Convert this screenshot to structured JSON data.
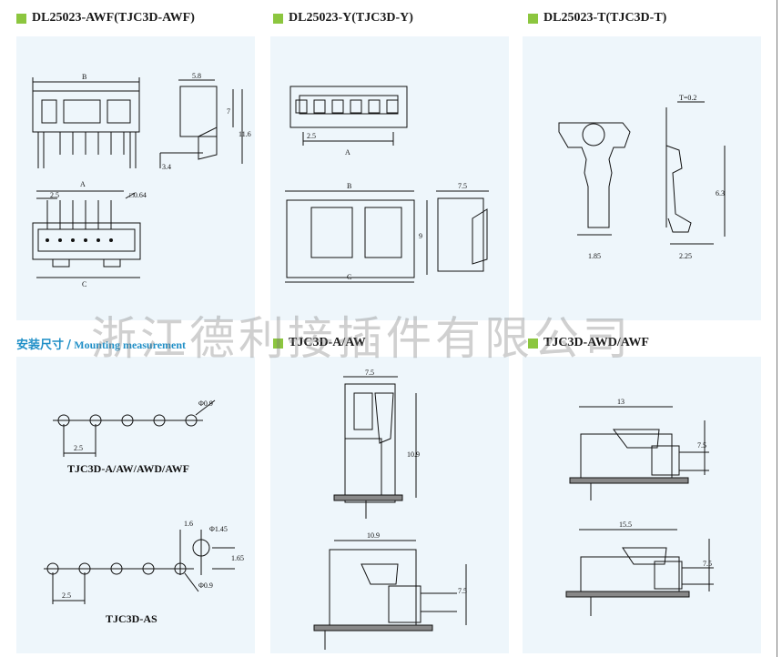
{
  "colors": {
    "accent": "#8cc63f",
    "panel": "#eef6fb",
    "label_blue": "#1f8fc7"
  },
  "sections": {
    "awf": {
      "title": "DL25023-AWF(TJC3D-AWF)"
    },
    "y": {
      "title": "DL25023-Y(TJC3D-Y)"
    },
    "t": {
      "title": "DL25023-T(TJC3D-T)"
    },
    "aw": {
      "title": "TJC3D-A/AW"
    },
    "awd": {
      "title": "TJC3D-AWD/AWF"
    }
  },
  "mounting": {
    "cn": "安装尺寸",
    "separator": "/",
    "en": "Mounting measurement"
  },
  "watermark": "浙江德利接插件有限公司",
  "dims": {
    "awf_b": "B",
    "awf_58": "5.8",
    "awf_7": "7",
    "awf_116": "11.6",
    "awf_34": "3.4",
    "awf_a": "A",
    "awf_25": "2.5",
    "awf_064": "□0.64",
    "awf_c": "C",
    "y_25": "2.5",
    "y_a": "A",
    "y_b": "B",
    "y_75": "7.5",
    "y_9": "9",
    "y_c": "C",
    "t_t": "T=0.2",
    "t_63": "6.3",
    "t_185": "1.85",
    "t_225": "2.25",
    "m_09a": "Φ0.9",
    "m_25a": "2.5",
    "m_caption1": "TJC3D-A/AW/AWD/AWF",
    "m_16": "1.6",
    "m_145": "Φ1.45",
    "m_165": "1.65",
    "m_09b": "Φ0.9",
    "m_25b": "2.5",
    "m_caption2": "TJC3D-AS",
    "aw_75": "7.5",
    "aw_109": "10.9",
    "aw_109b": "10.9",
    "aw_75b": "7.5",
    "awd_13": "13",
    "awd_75": "7.5",
    "awd_155": "15.5",
    "awd_75b": "7.5"
  }
}
